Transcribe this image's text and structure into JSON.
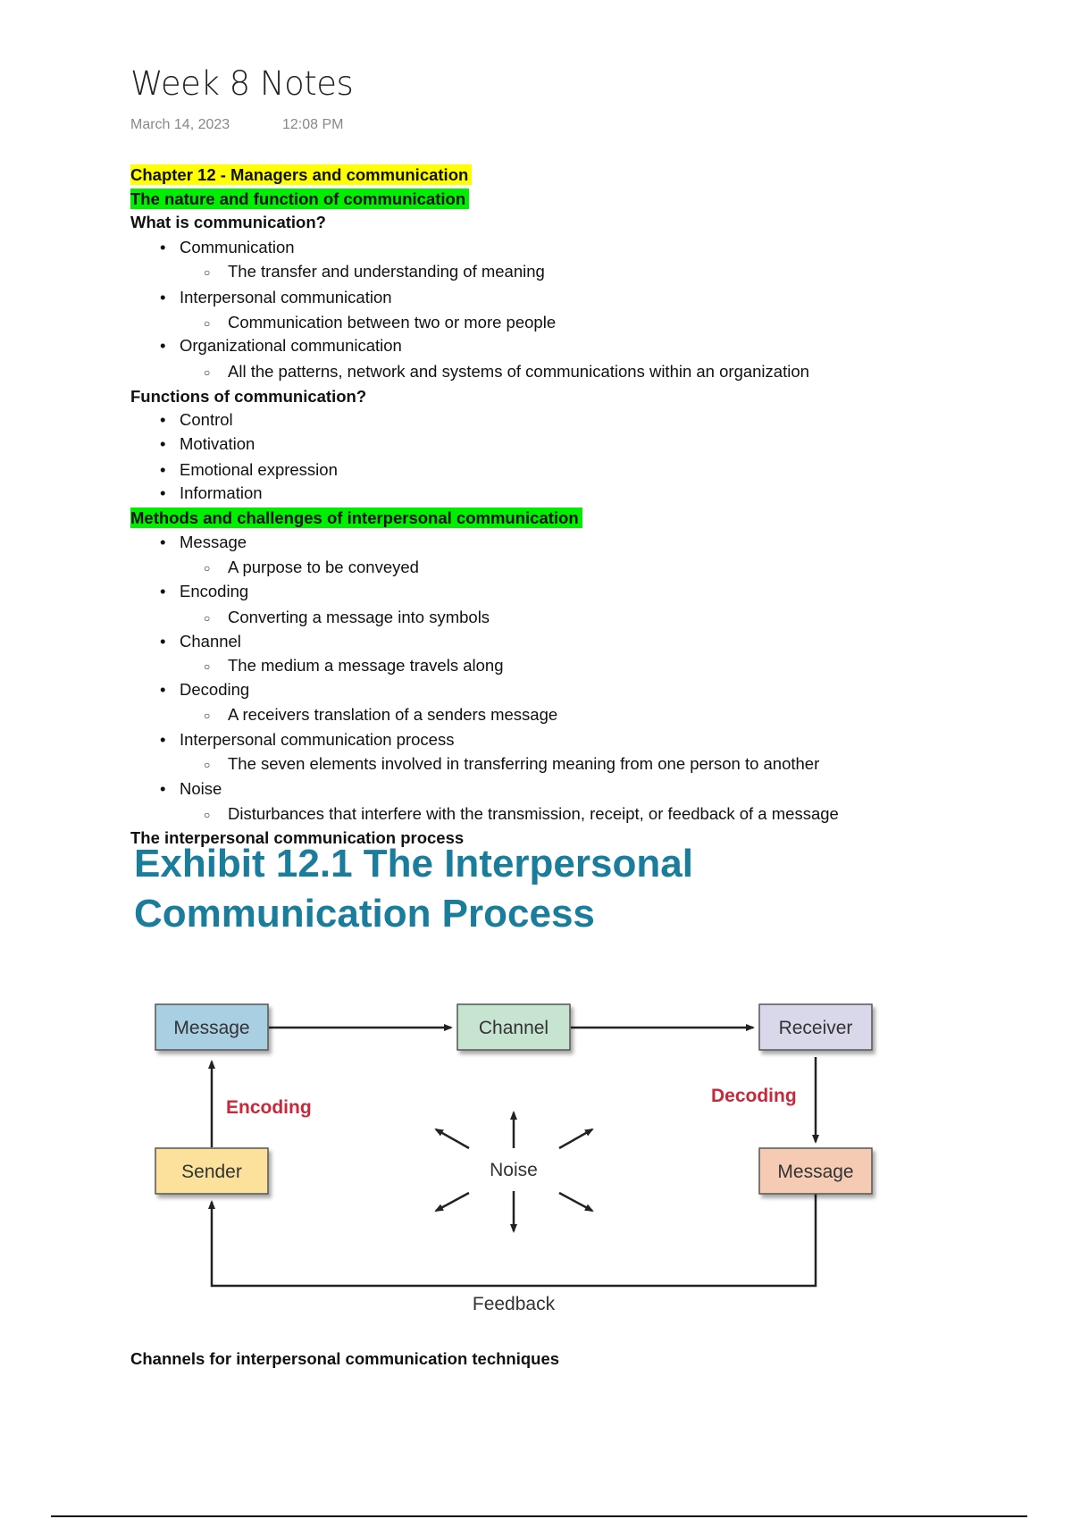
{
  "page": {
    "title": "Week 8 Notes",
    "date": "March 14, 2023",
    "time": "12:08 PM"
  },
  "notes": [
    {
      "level": 0,
      "style": "yellow",
      "text": "Chapter 12 - Managers and communication"
    },
    {
      "level": 0,
      "style": "green",
      "text": "The nature and function of communication"
    },
    {
      "level": 0,
      "style": "bold",
      "text": "What is communication?"
    },
    {
      "level": 1,
      "text": "Communication"
    },
    {
      "level": 2,
      "text": "The transfer and understanding of meaning"
    },
    {
      "level": 1,
      "text": "Interpersonal communication"
    },
    {
      "level": 2,
      "text": "Communication between two or more people"
    },
    {
      "level": 1,
      "text": "Organizational communication"
    },
    {
      "level": 2,
      "text": "All the patterns, network and systems of communications within an organization"
    },
    {
      "level": 0,
      "style": "bold",
      "text": "Functions of communication?"
    },
    {
      "level": 1,
      "text": "Control"
    },
    {
      "level": 1,
      "text": "Motivation"
    },
    {
      "level": 1,
      "text": "Emotional expression"
    },
    {
      "level": 1,
      "text": "Information"
    },
    {
      "level": 0,
      "style": "green",
      "text": "Methods and challenges of interpersonal communication"
    },
    {
      "level": 1,
      "text": "Message"
    },
    {
      "level": 2,
      "text": "A purpose to be conveyed"
    },
    {
      "level": 1,
      "text": "Encoding"
    },
    {
      "level": 2,
      "text": "Converting a message into symbols"
    },
    {
      "level": 1,
      "text": "Channel"
    },
    {
      "level": 2,
      "text": "The medium a message travels along"
    },
    {
      "level": 1,
      "text": "Decoding"
    },
    {
      "level": 2,
      "text": "A receivers translation of a senders message"
    },
    {
      "level": 1,
      "text": "Interpersonal communication process"
    },
    {
      "level": 2,
      "text": "The seven elements involved in transferring meaning from one person to another"
    },
    {
      "level": 1,
      "text": "Noise"
    },
    {
      "level": 2,
      "text": "Disturbances that interfere with the transmission, receipt, or feedback of a message"
    },
    {
      "level": 0,
      "style": "bold",
      "text": "The interpersonal communication process"
    }
  ],
  "exhibit": {
    "title_line1": "Exhibit 12.1 The Interpersonal",
    "title_line2": "Communication Process",
    "message_top": "Message",
    "channel": "Channel",
    "receiver": "Receiver",
    "sender": "Sender",
    "message_bottom": "Message",
    "encoding": "Encoding",
    "decoding": "Decoding",
    "noise": "Noise",
    "feedback": "Feedback",
    "colors": {
      "title": "#1a7d9c",
      "label_red": "#c8283a",
      "message_top": "#a9cfe3",
      "channel": "#c6e4cf",
      "receiver": "#d9d7ea",
      "sender": "#fbe19b",
      "message_bottom": "#f6cbb3"
    }
  },
  "footer_heading": "Channels for interpersonal communication techniques"
}
